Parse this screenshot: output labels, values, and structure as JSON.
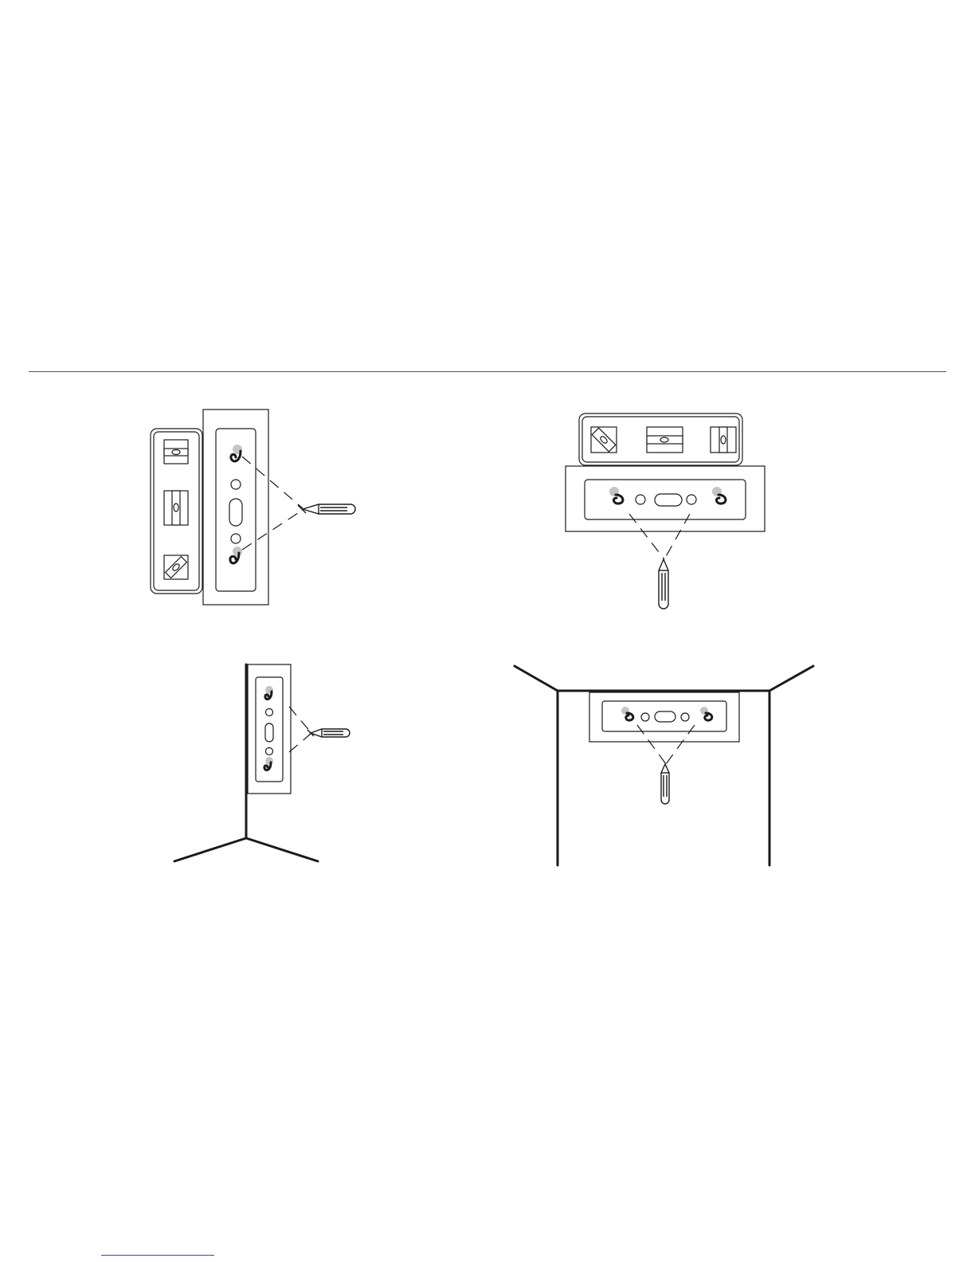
{
  "page": {
    "figures": [
      {
        "id": "level-vertical-mount",
        "icons": [
          "spirit-level-icon",
          "mounting-bracket-icon",
          "pencil-icon"
        ]
      },
      {
        "id": "level-horizontal-mount",
        "icons": [
          "spirit-level-icon",
          "mounting-bracket-icon",
          "pencil-icon"
        ]
      },
      {
        "id": "corner-wall-vertical-mount",
        "icons": [
          "wall-corner-icon",
          "mounting-bracket-icon",
          "pencil-icon"
        ]
      },
      {
        "id": "ceiling-wall-horizontal-mount",
        "icons": [
          "ceiling-wall-icon",
          "mounting-bracket-icon",
          "pencil-icon"
        ]
      }
    ],
    "colors": {
      "line": "#1a1a1a",
      "screw": "#c4c4c4",
      "rule": "#555555",
      "link": "#1a4fd1"
    }
  }
}
